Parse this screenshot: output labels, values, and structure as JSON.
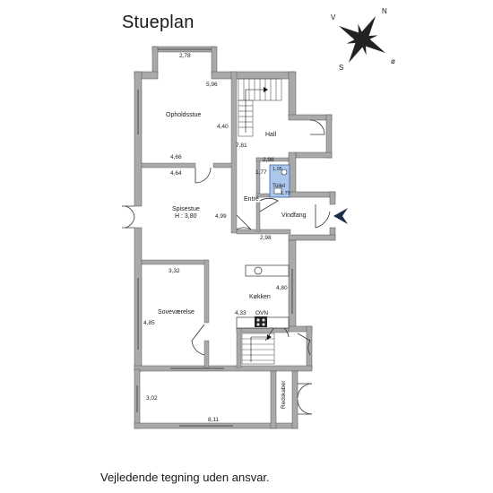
{
  "title": "Stueplan",
  "disclaimer": "Vejledende tegning uden ansvar.",
  "compass": {
    "n": "N",
    "s": "S",
    "v": "V",
    "o": "ø"
  },
  "rooms": {
    "opholdsstue": "Opholdsstue",
    "hall": "Hall",
    "entre": "Entré",
    "toilet": "Toilet",
    "vindfang": "Vindfang",
    "spisestue": "Spisestue",
    "spisestue_height": "H : 3,80",
    "koekken": "Køkken",
    "ovn": "OVN",
    "sovevaerelse": "Soveværelse",
    "redskaber": "Redskaber"
  },
  "dimensions": {
    "d278": "2,78",
    "d596": "5,96",
    "d440": "4,40",
    "d781": "7,81",
    "d466": "4,66",
    "d464": "4,64",
    "d499": "4,99",
    "d298a": "2,98",
    "d177": "1,77",
    "d105": "1,05",
    "d175": "1,75",
    "d298b": "2,98",
    "d332": "3,32",
    "d485": "4,85",
    "d480": "4,80",
    "d433": "4,33",
    "d302": "3,02",
    "d811": "8,11"
  },
  "colors": {
    "wall": "#a9a9a9",
    "line": "#222222",
    "toilet": "#aac8ec",
    "entrance_arrow": "#1c2e4a"
  }
}
